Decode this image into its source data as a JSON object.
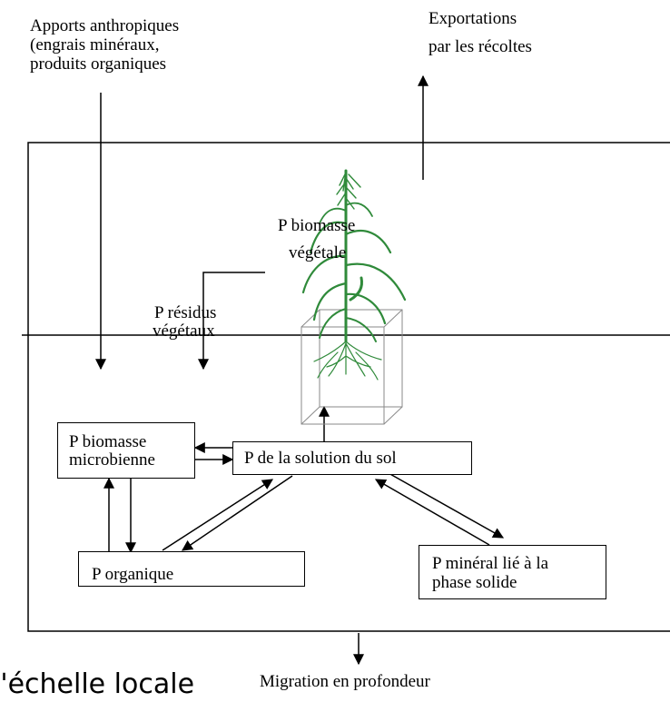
{
  "inputs": {
    "line1": "Apports anthropiques",
    "line2": "(engrais minéraux,",
    "line3": "produits organiques"
  },
  "exports": {
    "line1": "Exportations",
    "line2": "par les récoltes"
  },
  "plant_biomass": {
    "line1": "P biomasse",
    "line2": "végétale"
  },
  "plant_residues": {
    "line1": "P résidus",
    "line2": "végétaux"
  },
  "boxes": {
    "microbial": {
      "line1": "P biomasse",
      "line2": "microbienne"
    },
    "solution": "P de la solution du sol",
    "organic": "P organique",
    "mineral": {
      "line1": "P minéral lié à la",
      "line2": "phase solide"
    }
  },
  "leaching": "Migration en profondeur",
  "scale": "l'échelle locale",
  "colors": {
    "plant": "#2f8a3a",
    "lines": "#000000"
  }
}
